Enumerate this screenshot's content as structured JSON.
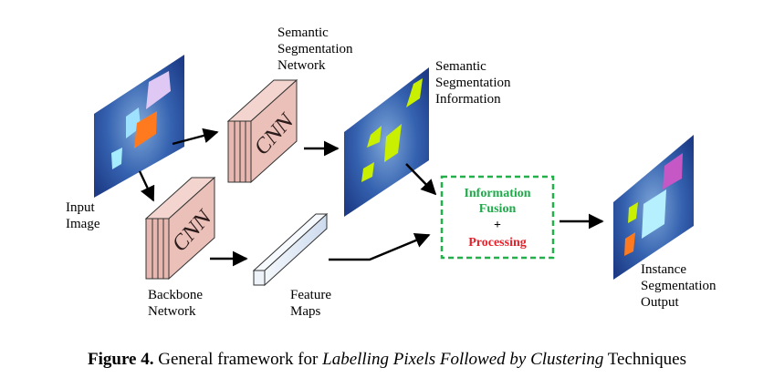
{
  "labels": {
    "input_image": [
      "Input",
      "Image"
    ],
    "semantic_network": [
      "Semantic",
      "Segmentation",
      "Network"
    ],
    "semantic_info": [
      "Semantic",
      "Segmentation",
      "Information"
    ],
    "backbone_network": [
      "Backbone",
      "Network"
    ],
    "feature_maps": [
      "Feature",
      "Maps"
    ],
    "instance_output": [
      "Instance",
      "Segmentation",
      "Output"
    ],
    "cnn_top": "CNN",
    "cnn_bottom": "CNN"
  },
  "fusion_box": {
    "line1": "Information",
    "line2": "Fusion",
    "plus": "+",
    "line3": "Processing",
    "color_fusion": "#1faa4a",
    "color_processing": "#e8202a",
    "border_color": "#22b04b"
  },
  "caption": {
    "figure": "Figure 4.",
    "text_before": " General framework for ",
    "italic": "Labelling Pixels Followed by Clustering",
    "text_after": " Techniques"
  },
  "colors": {
    "cnn_block": "#e8b8b0",
    "image_bg": "#2f5aa8",
    "segment_green": "#c8f000",
    "feature_map": "#dfe8f4"
  }
}
